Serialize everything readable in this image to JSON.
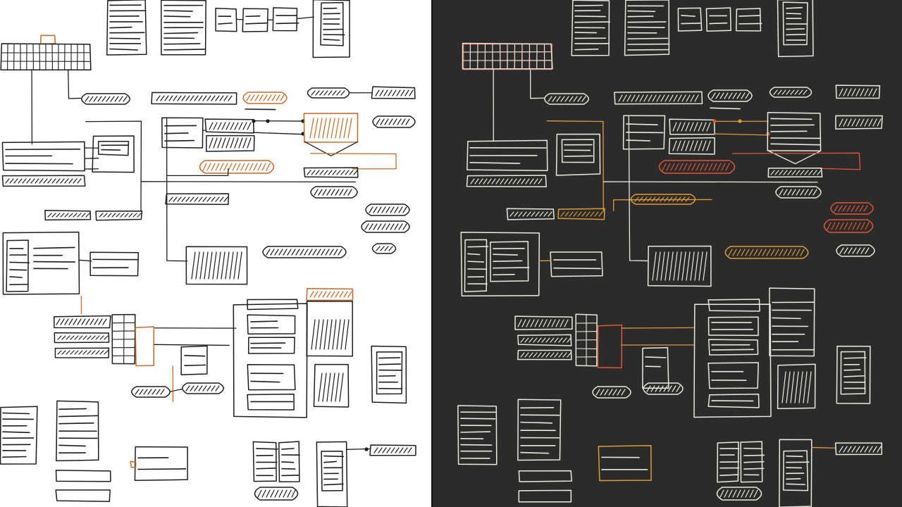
{
  "layout": {
    "panels": [
      {
        "id": "light",
        "name": "wireframe-sketch-light",
        "background": "#ffffff",
        "ink": "#1c1c1c",
        "accent": "#c8692a"
      },
      {
        "id": "dark",
        "name": "wireframe-sketch-dark",
        "background": "#2b2b2b",
        "ink": "#ece9df",
        "accent": "#e0553a",
        "accent2": "#e09a3c"
      }
    ],
    "divider_color": "#111111"
  }
}
